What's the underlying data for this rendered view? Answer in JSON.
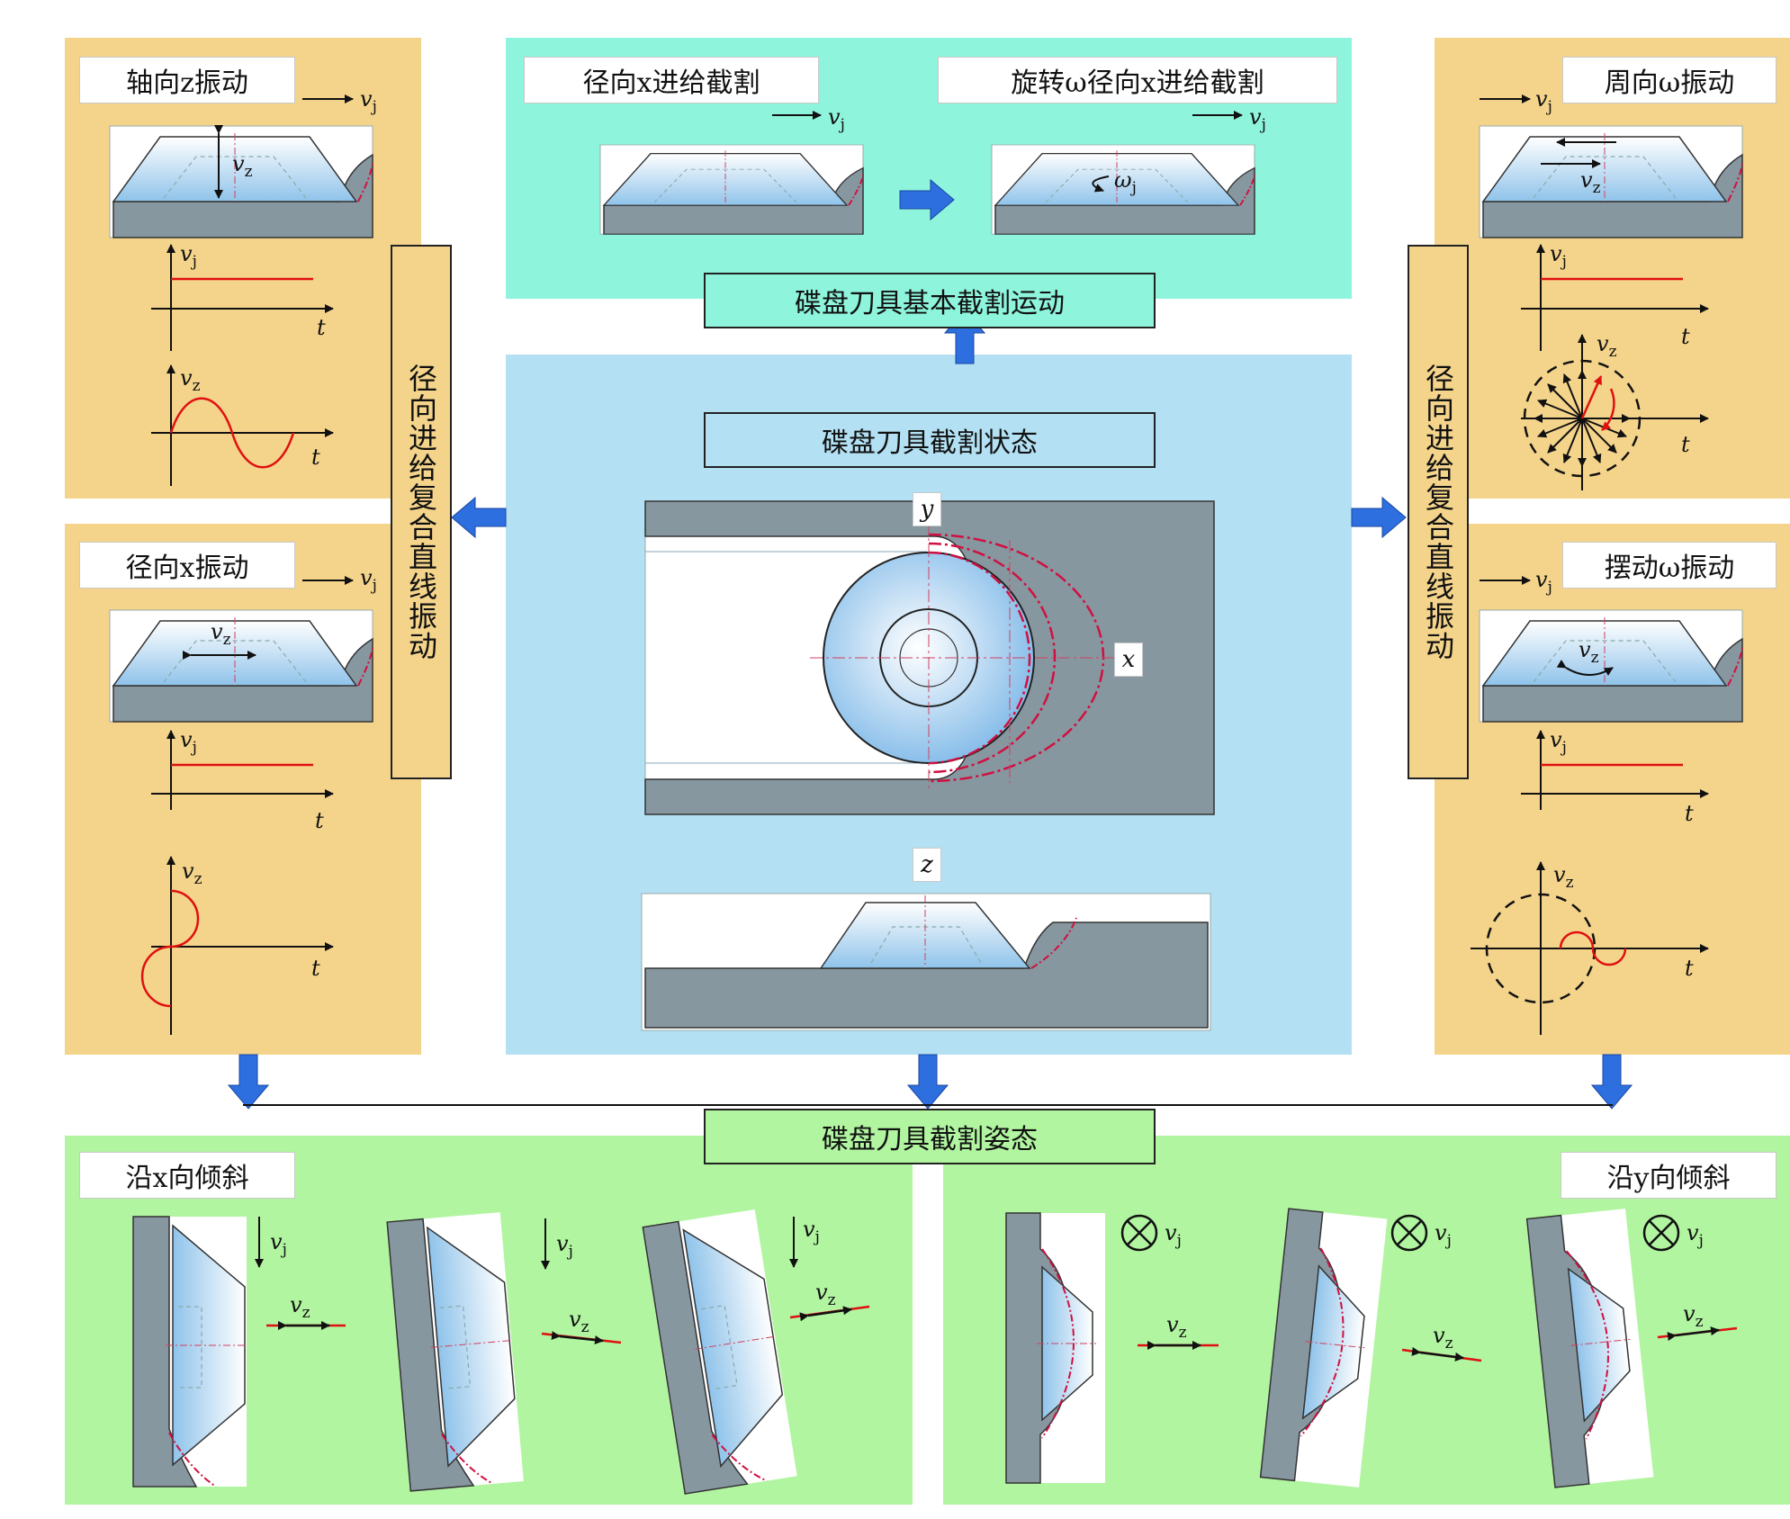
{
  "colors": {
    "yellow_panel": "#f4d48b",
    "teal_panel": "#8ef4dc",
    "blue_panel": "#b3e1f3",
    "green_panel": "#b1f5a0",
    "arrow_blue": "#2e6fe0",
    "curve_red": "#e01010",
    "metal_gray": "#8797a0"
  },
  "top": {
    "left_title": "径向x进给截割",
    "right_title": "旋转ω径向x进给截割",
    "caption": "碟盘刀具基本截割运动"
  },
  "center": {
    "caption": "碟盘刀具截割状态",
    "axis_y": "y",
    "axis_x": "x",
    "axis_z": "z"
  },
  "left_side_title": "径向进给复合直线振动",
  "right_side_title": "径向进给复合直线振动",
  "left_panels": [
    {
      "title": "轴向z振动"
    },
    {
      "title": "径向x振动"
    }
  ],
  "right_panels": [
    {
      "title": "周向ω振动"
    },
    {
      "title": "摆动ω振动"
    }
  ],
  "bottom": {
    "caption": "碟盘刀具截割姿态",
    "left_title": "沿x向倾斜",
    "right_title": "沿y向倾斜"
  },
  "symbols": {
    "v": "v",
    "j": "j",
    "z": "z",
    "t": "t",
    "omega": "ω"
  }
}
